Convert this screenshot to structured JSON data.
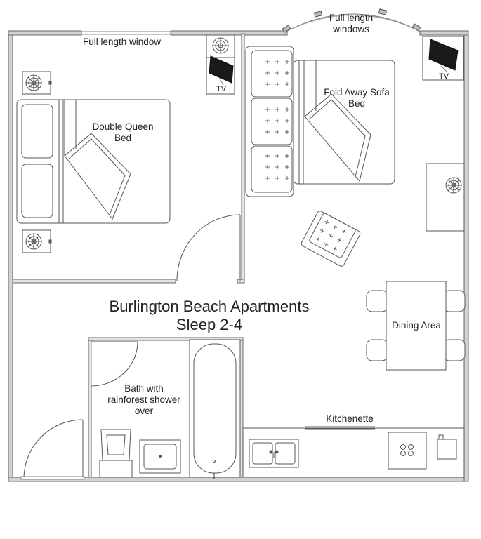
{
  "title": {
    "line1": "Burlington Beach Apartments",
    "line2": "Sleep 2-4"
  },
  "labels": {
    "full_length_window": "Full length window",
    "full_length_windows_1": "Full length",
    "full_length_windows_2": "windows",
    "tv_left": "TV",
    "tv_right": "TV",
    "double_queen_bed_1": "Double Queen",
    "double_queen_bed_2": "Bed",
    "fold_away_sofa_bed_1": "Fold Away Sofa",
    "fold_away_sofa_bed_2": "Bed",
    "dining_area": "Dining Area",
    "bath_1": "Bath with",
    "bath_2": "rainforest shower",
    "bath_3": "over",
    "kitchenette": "Kitchenette"
  },
  "colors": {
    "wall": "#777777",
    "line": "#555555",
    "fill": "#ffffff"
  },
  "icons": [
    "fan-icon",
    "tv-icon",
    "door-swing-icon",
    "sink-icon",
    "toilet-icon",
    "cooktop-icon",
    "armchair-icon"
  ]
}
